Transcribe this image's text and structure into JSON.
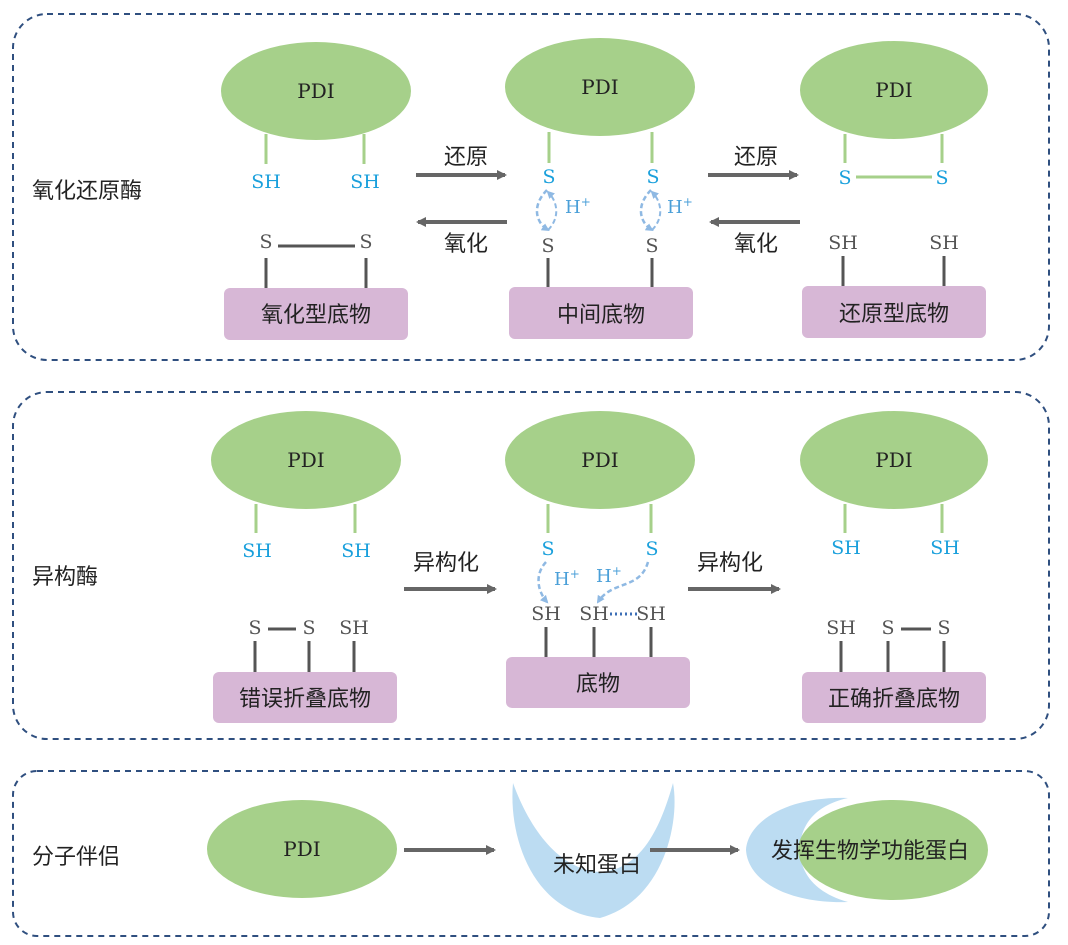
{
  "colors": {
    "panel_border": "#2f4f7f",
    "pdi_fill": "#a6d08a",
    "box_fill": "#d7b7d6",
    "arrow": "#666666",
    "sh_blue": "#1aa0dc",
    "sh_gray": "#555555",
    "h_arrow": "#8fb9e3",
    "cup_fill": "#bcdcf2"
  },
  "panels": {
    "redox": {
      "label": "氧化还原酶",
      "pdi": "PDI",
      "forward_label": "还原",
      "backward_label": "氧化",
      "left_sh": "SH",
      "left_box": "氧化型底物",
      "middle_box": "中间底物",
      "right_box": "还原型底物",
      "s": "S",
      "sh": "SH",
      "h_plus": "H",
      "h_plus_sup": "+"
    },
    "isomerase": {
      "label": "异构酶",
      "pdi": "PDI",
      "arrow_label": "异构化",
      "left_box": "错误折叠底物",
      "middle_box": "底物",
      "right_box": "正确折叠底物",
      "s": "S",
      "sh": "SH",
      "h_plus": "H",
      "h_plus_sup": "+"
    },
    "chaperone": {
      "label": "分子伴侣",
      "pdi": "PDI",
      "unknown_protein": "未知蛋白",
      "functional_protein": "发挥生物学功能蛋白"
    }
  }
}
